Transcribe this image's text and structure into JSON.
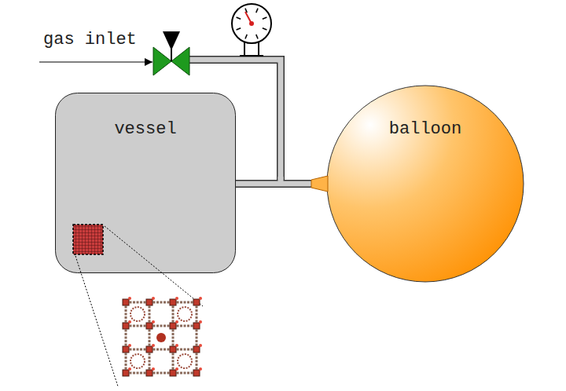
{
  "diagram": {
    "nodes": [
      {
        "text": [
          "vessel"
        ]
      },
      {
        "text": [
          "balloon"
        ]
      }
    ],
    "edges": [
      {
        "from": 0,
        "to": 1,
        "arrow": "none"
      }
    ],
    "labels": [
      "gas inlet"
    ]
  }
}
